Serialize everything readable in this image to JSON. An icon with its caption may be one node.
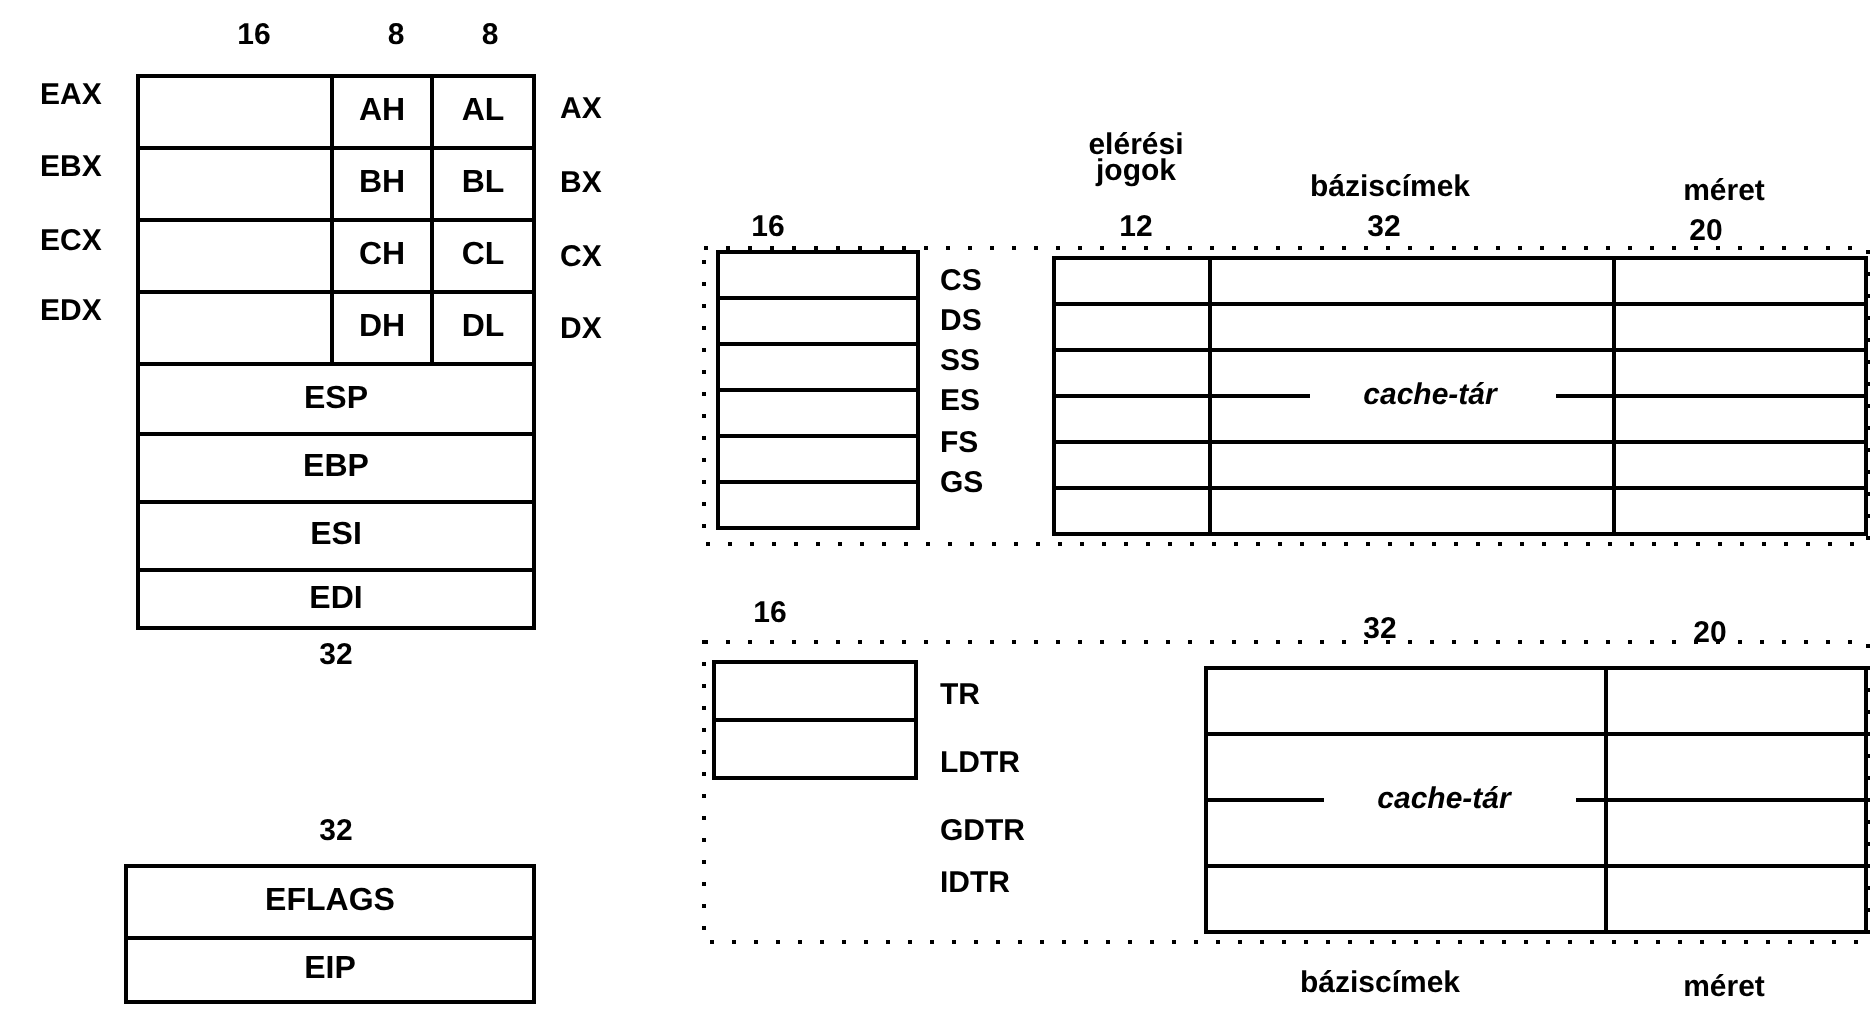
{
  "diagram": {
    "nodes": [
      {
        "text": [],
        "shape": "box"
      },
      {
        "text": [
          "AH"
        ]
      },
      {
        "text": [
          "AL"
        ]
      },
      {
        "text": [],
        "shape": "box"
      },
      {
        "text": [
          "BH"
        ]
      },
      {
        "text": [
          "BL"
        ]
      },
      {
        "text": [],
        "shape": "box"
      },
      {
        "text": [
          "CH"
        ]
      },
      {
        "text": [
          "CL"
        ]
      },
      {
        "text": [],
        "shape": "box"
      },
      {
        "text": [
          "DH"
        ]
      },
      {
        "text": [
          "DL"
        ]
      },
      {
        "text": [
          "ESP"
        ]
      },
      {
        "text": [
          "EBP"
        ]
      },
      {
        "text": [
          "ESI"
        ]
      },
      {
        "text": [
          "EDI"
        ]
      },
      {
        "text": [
          "EFLAGS"
        ]
      },
      {
        "text": [
          "EIP"
        ]
      }
    ],
    "labels": [
      "16",
      "8",
      "8",
      "EAX",
      "AX",
      "EBX",
      "BX",
      "ECX",
      "CX",
      "EDX",
      "DX",
      "32",
      "32",
      "elérési jogok",
      "báziscímek",
      "méret",
      "16",
      "12",
      "32",
      "20",
      "CS",
      "DS",
      "SS",
      "ES",
      "FS",
      "GS",
      "cache-tár",
      "16",
      "32",
      "20",
      "TR",
      "LDTR",
      "GDTR",
      "IDTR",
      "cache-tár",
      "báziscímek",
      "méret"
    ]
  }
}
